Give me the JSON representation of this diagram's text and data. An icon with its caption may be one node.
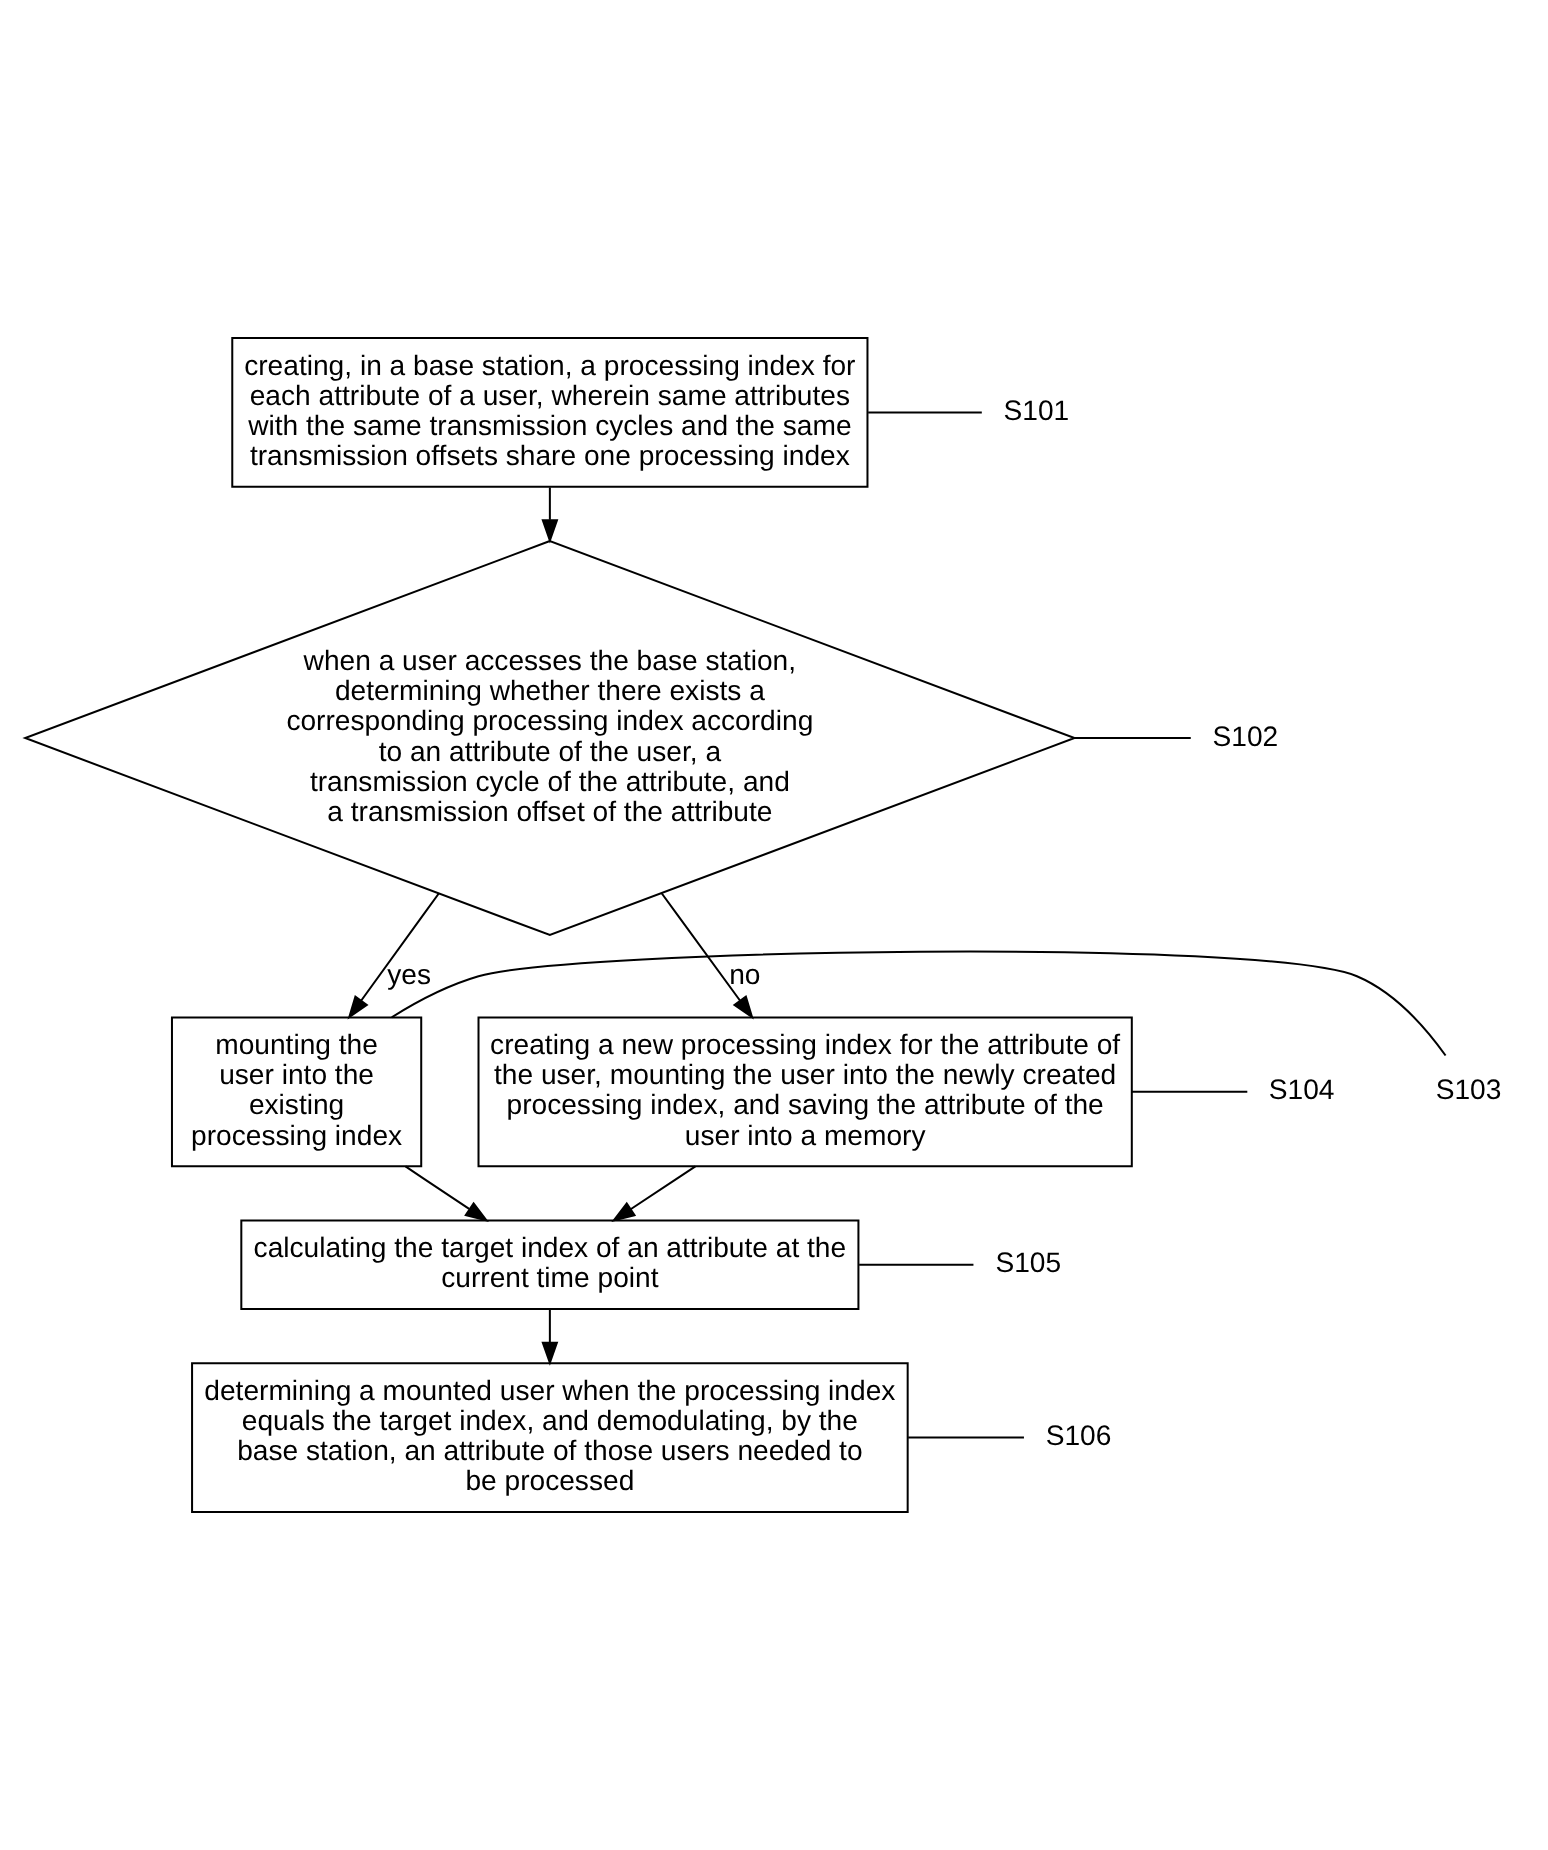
{
  "diagram": {
    "nodes": [
      {
        "text": [
          "creating, in a base station, a processing index for each attribute of a user, wherein same attributes with the same transmission cycles and the same transmission offsets share one processing index"
        ]
      },
      {
        "text": [
          "when a user accesses the base station, determining whether there exists a corresponding processing index according to an attribute of the user, a transmission cycle of the attribute, and a transmission offset of the attribute"
        ]
      },
      {
        "text": [
          "mounting the user into the existing processing index"
        ]
      },
      {
        "text": [
          "creating a new processing index for the attribute of the user, mounting the user into the newly created processing index, and saving the attribute of the user into a memory"
        ]
      },
      {
        "text": [
          "calculating the target index of an attribute at the current time point"
        ]
      },
      {
        "text": [
          "determining a mounted user when the processing index equals the target index, and demodulating, by the base station, an attribute of those users needed to be processed"
        ]
      },
      {
        "text": [
          "S101"
        ]
      },
      {
        "text": [
          "S102"
        ]
      },
      {
        "text": [
          "S103"
        ]
      },
      {
        "text": [
          "S104"
        ]
      },
      {
        "text": [
          "S105"
        ]
      },
      {
        "text": [
          "S106"
        ]
      }
    ],
    "edges": [
      {
        "from": 0,
        "to": 1,
        "arrow": "to"
      },
      {
        "from": 1,
        "to": 2,
        "arrow": "to",
        "label": "yes"
      },
      {
        "from": 1,
        "to": 3,
        "arrow": "to",
        "label": "no"
      },
      {
        "from": 2,
        "to": 4,
        "arrow": "to"
      },
      {
        "from": 3,
        "to": 4,
        "arrow": "to"
      },
      {
        "from": 4,
        "to": 5,
        "arrow": "to"
      },
      {
        "from": 6,
        "to": 0,
        "arrow": "none"
      },
      {
        "from": 7,
        "to": 1,
        "arrow": "none"
      },
      {
        "from": 8,
        "to": 2,
        "arrow": "none"
      },
      {
        "from": 9,
        "to": 3,
        "arrow": "none"
      },
      {
        "from": 10,
        "to": 4,
        "arrow": "none"
      },
      {
        "from": 11,
        "to": 5,
        "arrow": "none"
      }
    ]
  }
}
